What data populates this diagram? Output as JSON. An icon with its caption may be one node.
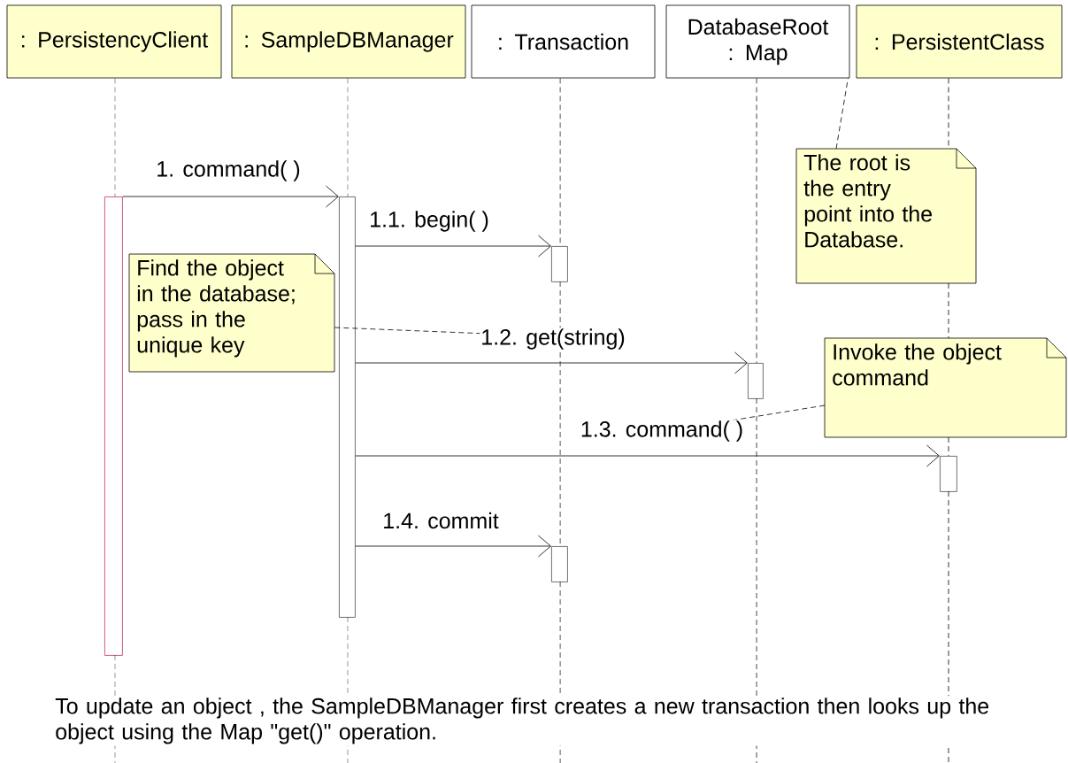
{
  "diagram": {
    "nodes": [
      {
        "text": [
          ": PersistencyClient"
        ]
      },
      {
        "text": [
          ": SampleDBManager"
        ]
      },
      {
        "text": [
          ": Transaction"
        ]
      },
      {
        "text": [
          "DatabaseRoot : Map"
        ]
      },
      {
        "text": [
          ": PersistentClass"
        ]
      },
      {
        "text": [],
        "shape": "bar"
      },
      {
        "text": [],
        "shape": "bar"
      },
      {
        "text": [],
        "shape": "bar"
      },
      {
        "text": [],
        "shape": "bar"
      },
      {
        "text": [],
        "shape": "bar"
      },
      {
        "text": [],
        "shape": "bar"
      },
      {
        "text": [
          "Find the object in the database; pass in the unique key"
        ]
      },
      {
        "text": [
          "The root is the entry point into the Database."
        ]
      },
      {
        "text": [
          "Invoke the object command"
        ]
      }
    ],
    "edges": [
      {
        "from": 0,
        "to": null,
        "arrow": "none",
        "style": "dashed"
      },
      {
        "from": 1,
        "to": null,
        "arrow": "none",
        "style": "dashed"
      },
      {
        "from": 2,
        "to": null,
        "arrow": "none",
        "style": "dashed"
      },
      {
        "from": 3,
        "to": null,
        "arrow": "none",
        "style": "dashed"
      },
      {
        "from": 4,
        "to": null,
        "arrow": "none",
        "style": "dashed"
      },
      {
        "from": 5,
        "to": 6,
        "label": "1. command( )",
        "arrow": "to"
      },
      {
        "from": 6,
        "to": 7,
        "label": "1.1. begin( )",
        "arrow": "to"
      },
      {
        "from": 6,
        "to": 8,
        "label": "1.2. get(string)",
        "arrow": "to"
      },
      {
        "from": 6,
        "to": 9,
        "label": "1.3. command( )",
        "arrow": "to"
      },
      {
        "from": 6,
        "to": 10,
        "label": "1.4. commit",
        "arrow": "to"
      },
      {
        "from": 11,
        "to": null,
        "arrow": "none",
        "style": "dashed"
      },
      {
        "from": 12,
        "to": 3,
        "arrow": "none",
        "style": "dashed"
      },
      {
        "from": 13,
        "to": null,
        "arrow": "none",
        "style": "dashed"
      }
    ],
    "labels": [
      "To update an object , the SampleDBManager first creates a new transaction then looks up the object using the Map \"get()\" operation."
    ]
  }
}
